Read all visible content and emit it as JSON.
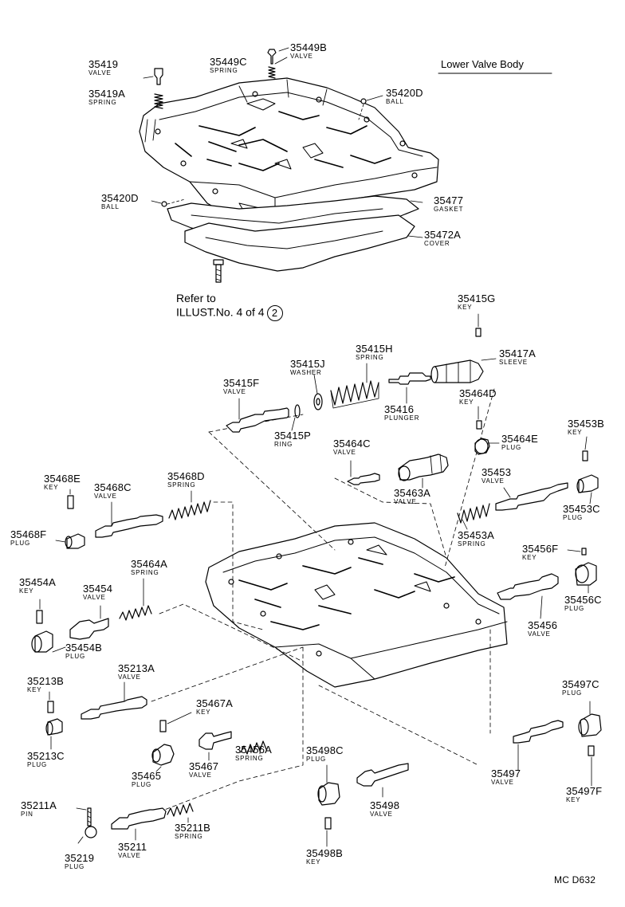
{
  "title": "Lower Valve Body",
  "reference": {
    "line1": "Refer to",
    "line2": "ILLUST.No. 4 of 4",
    "circle": "2"
  },
  "footer_code": "MC  D632",
  "parts": [
    {
      "id": "p01",
      "num": "35419",
      "name": "VALVE"
    },
    {
      "id": "p02",
      "num": "35419A",
      "name": "SPRING"
    },
    {
      "id": "p03",
      "num": "35449C",
      "name": "SPRING"
    },
    {
      "id": "p04",
      "num": "35449B",
      "name": "VALVE"
    },
    {
      "id": "p05",
      "num": "35420D",
      "name": "BALL"
    },
    {
      "id": "p06",
      "num": "35420D",
      "name": "BALL"
    },
    {
      "id": "p07",
      "num": "35477",
      "name": "GASKET"
    },
    {
      "id": "p08",
      "num": "35472A",
      "name": "COVER"
    },
    {
      "id": "p09",
      "num": "35415G",
      "name": "KEY"
    },
    {
      "id": "p10",
      "num": "35415J",
      "name": "WASHER"
    },
    {
      "id": "p11",
      "num": "35415H",
      "name": "SPRING"
    },
    {
      "id": "p12",
      "num": "35417A",
      "name": "SLEEVE"
    },
    {
      "id": "p13",
      "num": "35415F",
      "name": "VALVE"
    },
    {
      "id": "p14",
      "num": "35416",
      "name": "PLUNGER"
    },
    {
      "id": "p15",
      "num": "35464D",
      "name": "KEY"
    },
    {
      "id": "p16",
      "num": "35415P",
      "name": "RING"
    },
    {
      "id": "p17",
      "num": "35464C",
      "name": "VALVE"
    },
    {
      "id": "p18",
      "num": "35464E",
      "name": "PLUG"
    },
    {
      "id": "p19",
      "num": "35453B",
      "name": "KEY"
    },
    {
      "id": "p20",
      "num": "35468E",
      "name": "KEY"
    },
    {
      "id": "p21",
      "num": "35468C",
      "name": "VALVE"
    },
    {
      "id": "p22",
      "num": "35468D",
      "name": "SPRING"
    },
    {
      "id": "p23",
      "num": "35463A",
      "name": "VALVE"
    },
    {
      "id": "p24",
      "num": "35453",
      "name": "VALVE"
    },
    {
      "id": "p25",
      "num": "35453C",
      "name": "PLUG"
    },
    {
      "id": "p26",
      "num": "35468F",
      "name": "PLUG"
    },
    {
      "id": "p27",
      "num": "35453A",
      "name": "SPRING"
    },
    {
      "id": "p28",
      "num": "35456F",
      "name": "KEY"
    },
    {
      "id": "p29",
      "num": "35464A",
      "name": "SPRING"
    },
    {
      "id": "p30",
      "num": "35454A",
      "name": "KEY"
    },
    {
      "id": "p31",
      "num": "35454",
      "name": "VALVE"
    },
    {
      "id": "p32",
      "num": "35456C",
      "name": "PLUG"
    },
    {
      "id": "p33",
      "num": "35456",
      "name": "VALVE"
    },
    {
      "id": "p34",
      "num": "35454B",
      "name": "PLUG"
    },
    {
      "id": "p35",
      "num": "35213A",
      "name": "VALVE"
    },
    {
      "id": "p36",
      "num": "35213B",
      "name": "KEY"
    },
    {
      "id": "p37",
      "num": "35467A",
      "name": "KEY"
    },
    {
      "id": "p38",
      "num": "35497C",
      "name": "PLUG"
    },
    {
      "id": "p39",
      "num": "35213C",
      "name": "PLUG"
    },
    {
      "id": "p40",
      "num": "35456A",
      "name": "SPRING"
    },
    {
      "id": "p41",
      "num": "35498C",
      "name": "PLUG"
    },
    {
      "id": "p42",
      "num": "35465",
      "name": "PLUG"
    },
    {
      "id": "p43",
      "num": "35467",
      "name": "VALVE"
    },
    {
      "id": "p44",
      "num": "35497",
      "name": "VALVE"
    },
    {
      "id": "p45",
      "num": "35497F",
      "name": "KEY"
    },
    {
      "id": "p46",
      "num": "35211A",
      "name": "PIN"
    },
    {
      "id": "p47",
      "num": "35498",
      "name": "VALVE"
    },
    {
      "id": "p48",
      "num": "35211B",
      "name": "SPRING"
    },
    {
      "id": "p49",
      "num": "35219",
      "name": "PLUG"
    },
    {
      "id": "p50",
      "num": "35211",
      "name": "VALVE"
    },
    {
      "id": "p51",
      "num": "35498B",
      "name": "KEY"
    }
  ]
}
